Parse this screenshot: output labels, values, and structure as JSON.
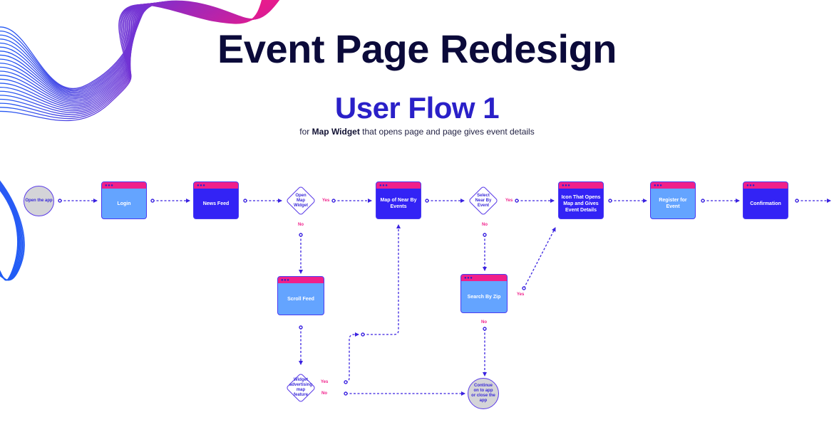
{
  "header": {
    "title": "Event Page Redesign",
    "subtitle": "User Flow 1",
    "caption_prefix": "for ",
    "caption_bold": "Map Widget",
    "caption_suffix": " that opens page and page gives event details"
  },
  "colors": {
    "title": "#0b0a3a",
    "subtitle": "#2a20c8",
    "screen_light": "#64a4ff",
    "screen_dark": "#3323f5",
    "screen_titlebar": "#f01f8a",
    "connector": "#3a22e0",
    "decision_label": "#f01f8a",
    "terminal_fill": "#d4d4d8"
  },
  "nodes": {
    "start": {
      "type": "terminal",
      "label": "Open the app"
    },
    "login": {
      "type": "screen",
      "style": "light",
      "label": "Login"
    },
    "news_feed": {
      "type": "screen",
      "style": "dark",
      "label": "News Feed"
    },
    "open_map_widget": {
      "type": "decision",
      "label": "Open Map Widget",
      "yes": "Yes",
      "no": "No"
    },
    "map_near_by": {
      "type": "screen",
      "style": "dark",
      "label": "Map of Near By Events"
    },
    "select_near_by": {
      "type": "decision",
      "label": "Select Near By Event",
      "yes": "Yes",
      "no": "No"
    },
    "icon_opens_map": {
      "type": "screen",
      "style": "dark",
      "label": "Icon That Opens Map and Gives Event Details"
    },
    "register": {
      "type": "screen",
      "style": "light",
      "label": "Register for Event"
    },
    "confirmation": {
      "type": "screen",
      "style": "dark",
      "label": "Confirmation"
    },
    "scroll_feed": {
      "type": "screen",
      "style": "light",
      "label": "Scroll Feed"
    },
    "search_by_zip": {
      "type": "screen",
      "style": "light",
      "label": "Search By Zip",
      "yes": "Yes",
      "no": "No"
    },
    "widget_advertising": {
      "type": "decision",
      "label": "Widget advertising map feature",
      "yes": "Yes",
      "no": "No"
    },
    "end": {
      "type": "terminal",
      "label": "Continue on to app or close the app"
    }
  },
  "edges": [
    {
      "from": "start",
      "to": "login"
    },
    {
      "from": "login",
      "to": "news_feed"
    },
    {
      "from": "news_feed",
      "to": "open_map_widget"
    },
    {
      "from": "open_map_widget",
      "to": "map_near_by",
      "label": "Yes"
    },
    {
      "from": "open_map_widget",
      "to": "scroll_feed",
      "label": "No"
    },
    {
      "from": "map_near_by",
      "to": "select_near_by"
    },
    {
      "from": "select_near_by",
      "to": "icon_opens_map",
      "label": "Yes"
    },
    {
      "from": "select_near_by",
      "to": "search_by_zip",
      "label": "No"
    },
    {
      "from": "icon_opens_map",
      "to": "register"
    },
    {
      "from": "register",
      "to": "confirmation"
    },
    {
      "from": "confirmation",
      "to": "next"
    },
    {
      "from": "scroll_feed",
      "to": "widget_advertising"
    },
    {
      "from": "widget_advertising",
      "to": "map_near_by",
      "label": "Yes"
    },
    {
      "from": "widget_advertising",
      "to": "end",
      "label": "No"
    },
    {
      "from": "search_by_zip",
      "to": "icon_opens_map",
      "label": "Yes"
    },
    {
      "from": "search_by_zip",
      "to": "end",
      "label": "No"
    }
  ]
}
